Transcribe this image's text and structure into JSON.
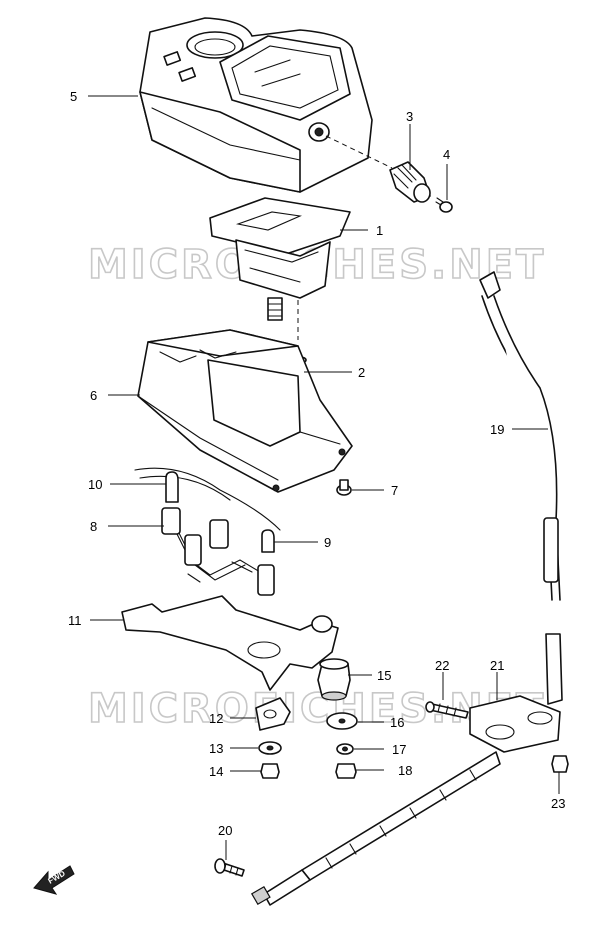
{
  "watermark": "MICROFICHES.NET",
  "fwd_label": "FWD",
  "callouts": [
    "1",
    "2",
    "3",
    "4",
    "5",
    "6",
    "7",
    "8",
    "9",
    "10",
    "11",
    "12",
    "13",
    "14",
    "15",
    "16",
    "17",
    "18",
    "19",
    "20",
    "21",
    "22",
    "23"
  ]
}
